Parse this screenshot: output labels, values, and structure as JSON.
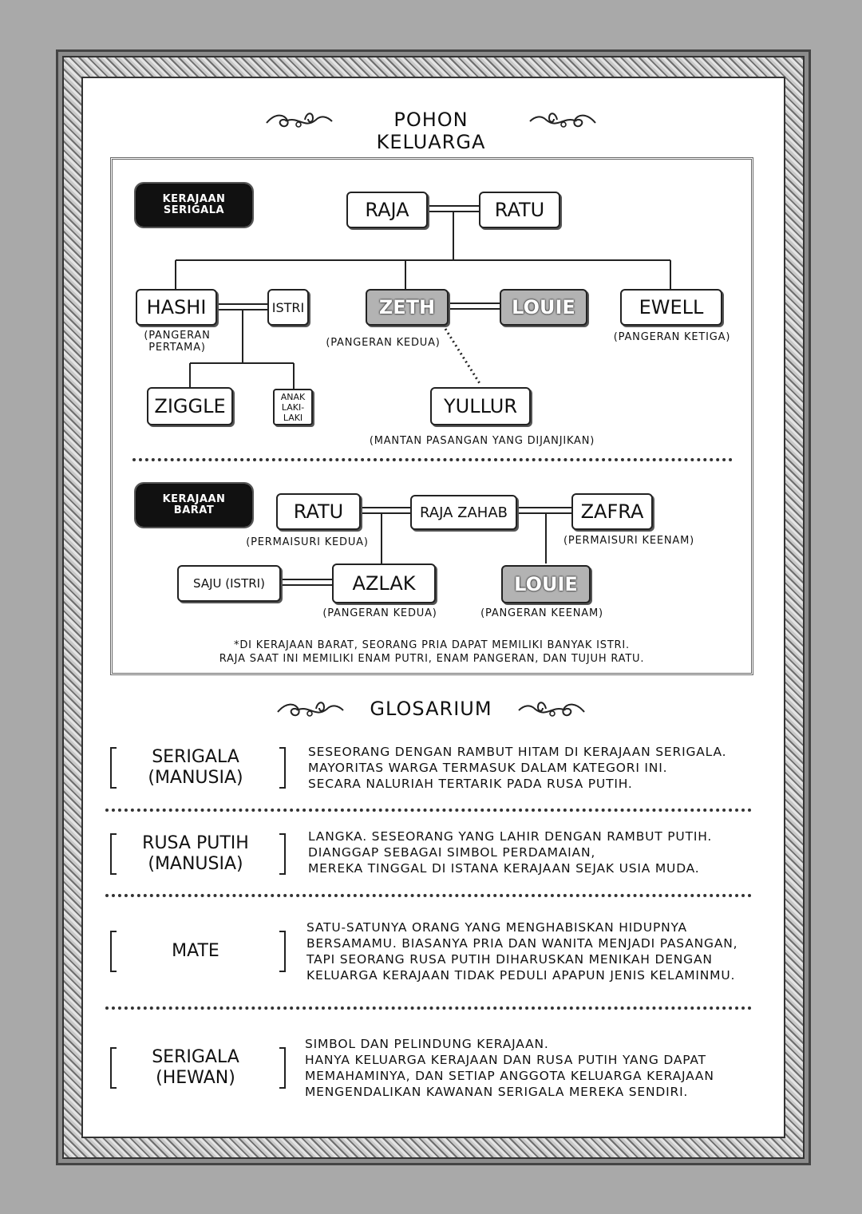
{
  "family_tree": {
    "heading": "POHON KELUARGA",
    "wolf_kingdom": {
      "label_line1": "KERAJAAN",
      "label_line2": "SERIGALA",
      "raja": "RAJA",
      "ratu": "RATU",
      "hashi": "HASHI",
      "hashi_note_line1": "(PANGERAN",
      "hashi_note_line2": "PERTAMA)",
      "istri": "ISTRI",
      "zeth": "ZETH",
      "zeth_note": "(PANGERAN KEDUA)",
      "louie": "LOUIE",
      "ewell": "EWELL",
      "ewell_note": "(PANGERAN KETIGA)",
      "ziggle": "ZIGGLE",
      "son_line1": "ANAK",
      "son_line2": "LAKI-",
      "son_line3": "LAKI",
      "yullur": "YULLUR",
      "yullur_note": "(MANTAN PASANGAN YANG DIJANJIKAN)"
    },
    "west_kingdom": {
      "label_line1": "KERAJAAN",
      "label_line2": "BARAT",
      "ratu": "RATU",
      "ratu_note": "(PERMAISURI KEDUA)",
      "raja_zahab": "RAJA ZAHAB",
      "zafra": "ZAFRA",
      "zafra_note": "(PERMAISURI KEENAM)",
      "saju": "SAJU (ISTRI)",
      "azlak": "AZLAK",
      "azlak_note": "(PANGERAN KEDUA)",
      "louie": "LOUIE",
      "louie_note": "(PANGERAN KEENAM)"
    },
    "footnote_line1": "*DI KERAJAAN BARAT, SEORANG PRIA DAPAT MEMILIKI BANYAK ISTRI.",
    "footnote_line2": "RAJA SAAT INI MEMILIKI ENAM PUTRI, ENAM PANGERAN, DAN TUJUH RATU."
  },
  "glossary": {
    "heading": "GLOSARIUM",
    "entries": [
      {
        "term_line1": "SERIGALA",
        "term_line2": "(MANUSIA)",
        "def_lines": [
          "SESEORANG DENGAN RAMBUT HITAM DI KERAJAAN SERIGALA.",
          "MAYORITAS WARGA TERMASUK DALAM KATEGORI INI.",
          "SECARA NALURIAH TERTARIK PADA RUSA PUTIH."
        ]
      },
      {
        "term_line1": "RUSA PUTIH",
        "term_line2": "(MANUSIA)",
        "def_lines": [
          "LANGKA. SESEORANG YANG LAHIR DENGAN RAMBUT PUTIH.",
          "DIANGGAP SEBAGAI SIMBOL PERDAMAIAN,",
          "MEREKA TINGGAL DI ISTANA KERAJAAN SEJAK USIA MUDA."
        ]
      },
      {
        "term_line1": "MATE",
        "term_line2": "",
        "def_lines": [
          "SATU-SATUNYA ORANG YANG MENGHABISKAN HIDUPNYA",
          "BERSAMAMU. BIASANYA PRIA DAN WANITA MENJADI PASANGAN,",
          "TAPI SEORANG RUSA PUTIH DIHARUSKAN MENIKAH DENGAN",
          "KELUARGA KERAJAAN TIDAK PEDULI APAPUN JENIS KELAMINMU."
        ]
      },
      {
        "term_line1": "SERIGALA",
        "term_line2": "(HEWAN)",
        "def_lines": [
          "SIMBOL DAN PELINDUNG KERAJAAN.",
          "HANYA KELUARGA KERAJAAN DAN RUSA PUTIH YANG DAPAT",
          "MEMAHAMINYA, DAN SETIAP ANGGOTA KELUARGA KERAJAAN",
          "MENGENDALIKAN KAWANAN SERIGALA MEREKA SENDIRI."
        ]
      }
    ]
  },
  "colors": {
    "background": "#a9a9a9",
    "page": "#ffffff",
    "highlight_node": "#b3b3b3",
    "label_dark": "#111111"
  },
  "icons": [
    "flourish-ornament-left",
    "flourish-ornament-right"
  ]
}
